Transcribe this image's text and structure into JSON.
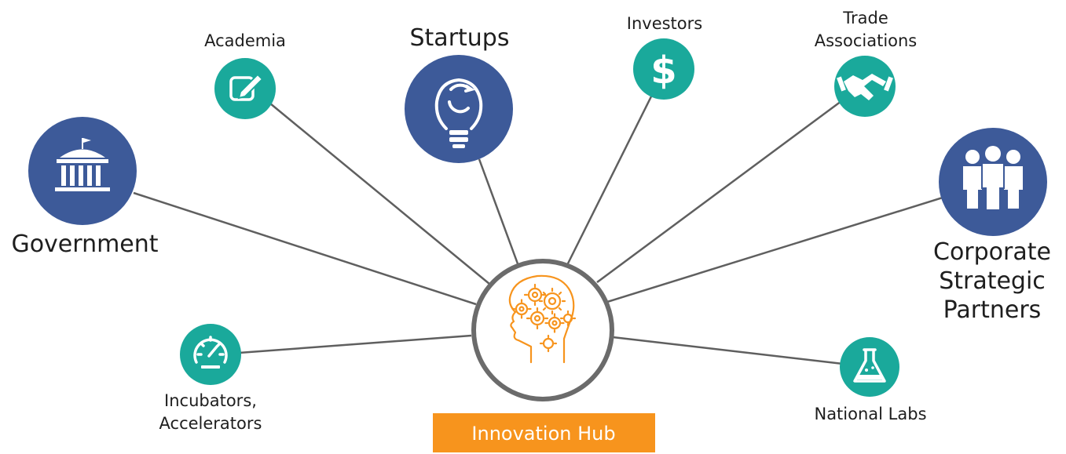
{
  "hub": {
    "label": "Innovation Hub"
  },
  "nodes": {
    "government": {
      "label": "Government"
    },
    "academia": {
      "label": "Academia"
    },
    "startups": {
      "label": "Startups"
    },
    "investors": {
      "label": "Investors"
    },
    "trade": {
      "line1": "Trade",
      "line2": "Associations"
    },
    "corporate": {
      "line1": "Corporate",
      "line2": "Strategic",
      "line3": "Partners"
    },
    "incubators": {
      "line1": "Incubators,",
      "line2": "Accelerators"
    },
    "labs": {
      "label": "National Labs"
    }
  },
  "icons": {
    "government": "government-building-icon",
    "academia": "pencil-edit-icon",
    "startups": "lightbulb-cycle-icon",
    "investors": "dollar-icon",
    "trade": "handshake-icon",
    "corporate": "people-group-icon",
    "incubators": "speedometer-icon",
    "labs": "lab-flask-icon",
    "hub": "head-gears-icon"
  },
  "colors": {
    "navy": "#3d5a99",
    "teal": "#1aa99b",
    "orange": "#f7941d",
    "line": "#5f5f5f",
    "hub_ring": "#6b6b6b"
  },
  "investors_symbol": "$"
}
